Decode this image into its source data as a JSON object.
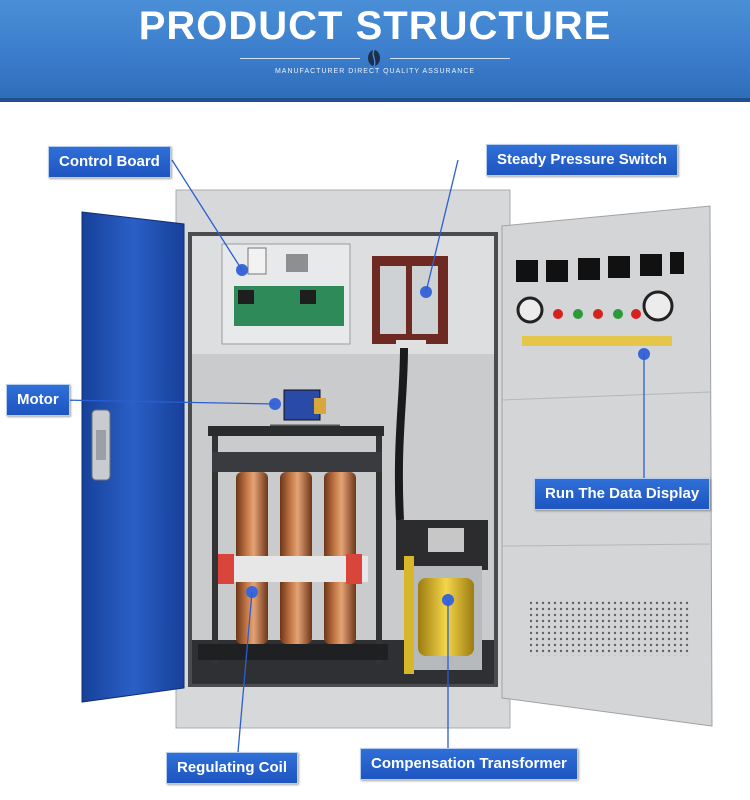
{
  "header": {
    "title": "PRODUCT STRUCTURE",
    "subtitle": "MANUFACTURER DIRECT QUALITY ASSURANCE"
  },
  "labels": {
    "control_board": "Control Board",
    "steady_pressure_switch": "Steady Pressure Switch",
    "motor": "Motor",
    "run_data_display": "Run The Data Display",
    "regulating_coil": "Regulating Coil",
    "compensation_transformer": "Compensation Transformer"
  },
  "colors": {
    "header_blue": "#3a7ccb",
    "callout_blue": "#2460cc",
    "door_blue": "#1f4fb0",
    "cabinet_gray": "#d9dbdd",
    "copper": "#b86a3c"
  }
}
